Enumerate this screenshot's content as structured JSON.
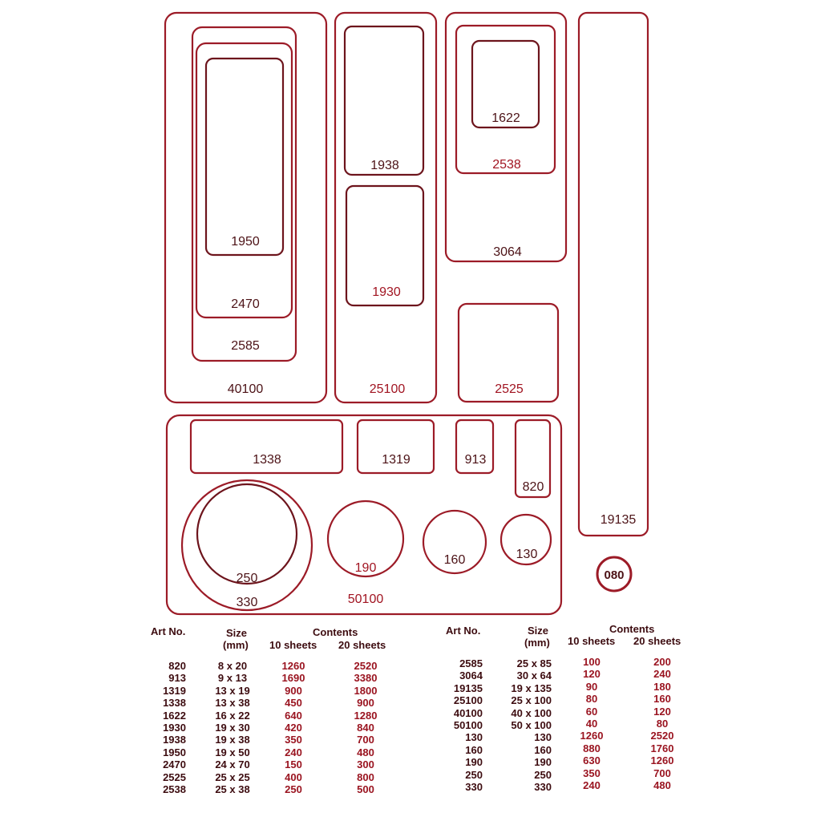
{
  "palette": {
    "stroke": "#9c1b27",
    "text": "#4c1216",
    "accent": "#a11421"
  },
  "diagram": {
    "labels": {
      "l1950": "1950",
      "l2470": "2470",
      "l2585": "2585",
      "l40100": "40100",
      "l1938": "1938",
      "l1930": "1930",
      "l25100": "25100",
      "l1622": "1622",
      "l2538": "2538",
      "l3064": "3064",
      "l2525": "2525",
      "l19135": "19135",
      "l1338": "1338",
      "l1319": "1319",
      "l913": "913",
      "l820": "820",
      "l250": "250",
      "l330": "330",
      "l190": "190",
      "l160": "160",
      "l130": "130",
      "l50100": "50100",
      "l080": "080"
    }
  },
  "table": {
    "headers": {
      "art_no": "Art No.",
      "size": "Size",
      "size_unit": "(mm)",
      "contents": "Contents",
      "ten_sheets": "10 sheets",
      "twenty_sheets": "20 sheets"
    },
    "left": {
      "art": [
        "820",
        "913",
        "1319",
        "1338",
        "1622",
        "1930",
        "1938",
        "1950",
        "2470",
        "2525",
        "2538"
      ],
      "size": [
        "8 x 20",
        "9 x 13",
        "13 x 19",
        "13 x 38",
        "16 x 22",
        "19 x 30",
        "19 x 38",
        "19 x 50",
        "24 x 70",
        "25 x 25",
        "25 x 38"
      ],
      "ten": [
        "1260",
        "1690",
        "900",
        "450",
        "640",
        "420",
        "350",
        "240",
        "150",
        "400",
        "250"
      ],
      "twenty": [
        "2520",
        "3380",
        "1800",
        "900",
        "1280",
        "840",
        "700",
        "480",
        "300",
        "800",
        "500"
      ]
    },
    "right": {
      "art": [
        "2585",
        "3064",
        "19135",
        "25100",
        "40100",
        "50100",
        "130",
        "160",
        "190",
        "250",
        "330"
      ],
      "size": [
        "25 x 85",
        "30 x 64",
        "19  x 135",
        "25  x 100",
        "40  x 100",
        "50  x 100",
        "130",
        "160",
        "190",
        "250",
        "330"
      ],
      "ten": [
        "100",
        "120",
        "90",
        "80",
        "60",
        "40",
        "1260",
        "880",
        "630",
        "350",
        "240"
      ],
      "twenty": [
        "200",
        "240",
        "180",
        "160",
        "120",
        "80",
        "2520",
        "1760",
        "1260",
        "700",
        "480"
      ]
    }
  }
}
